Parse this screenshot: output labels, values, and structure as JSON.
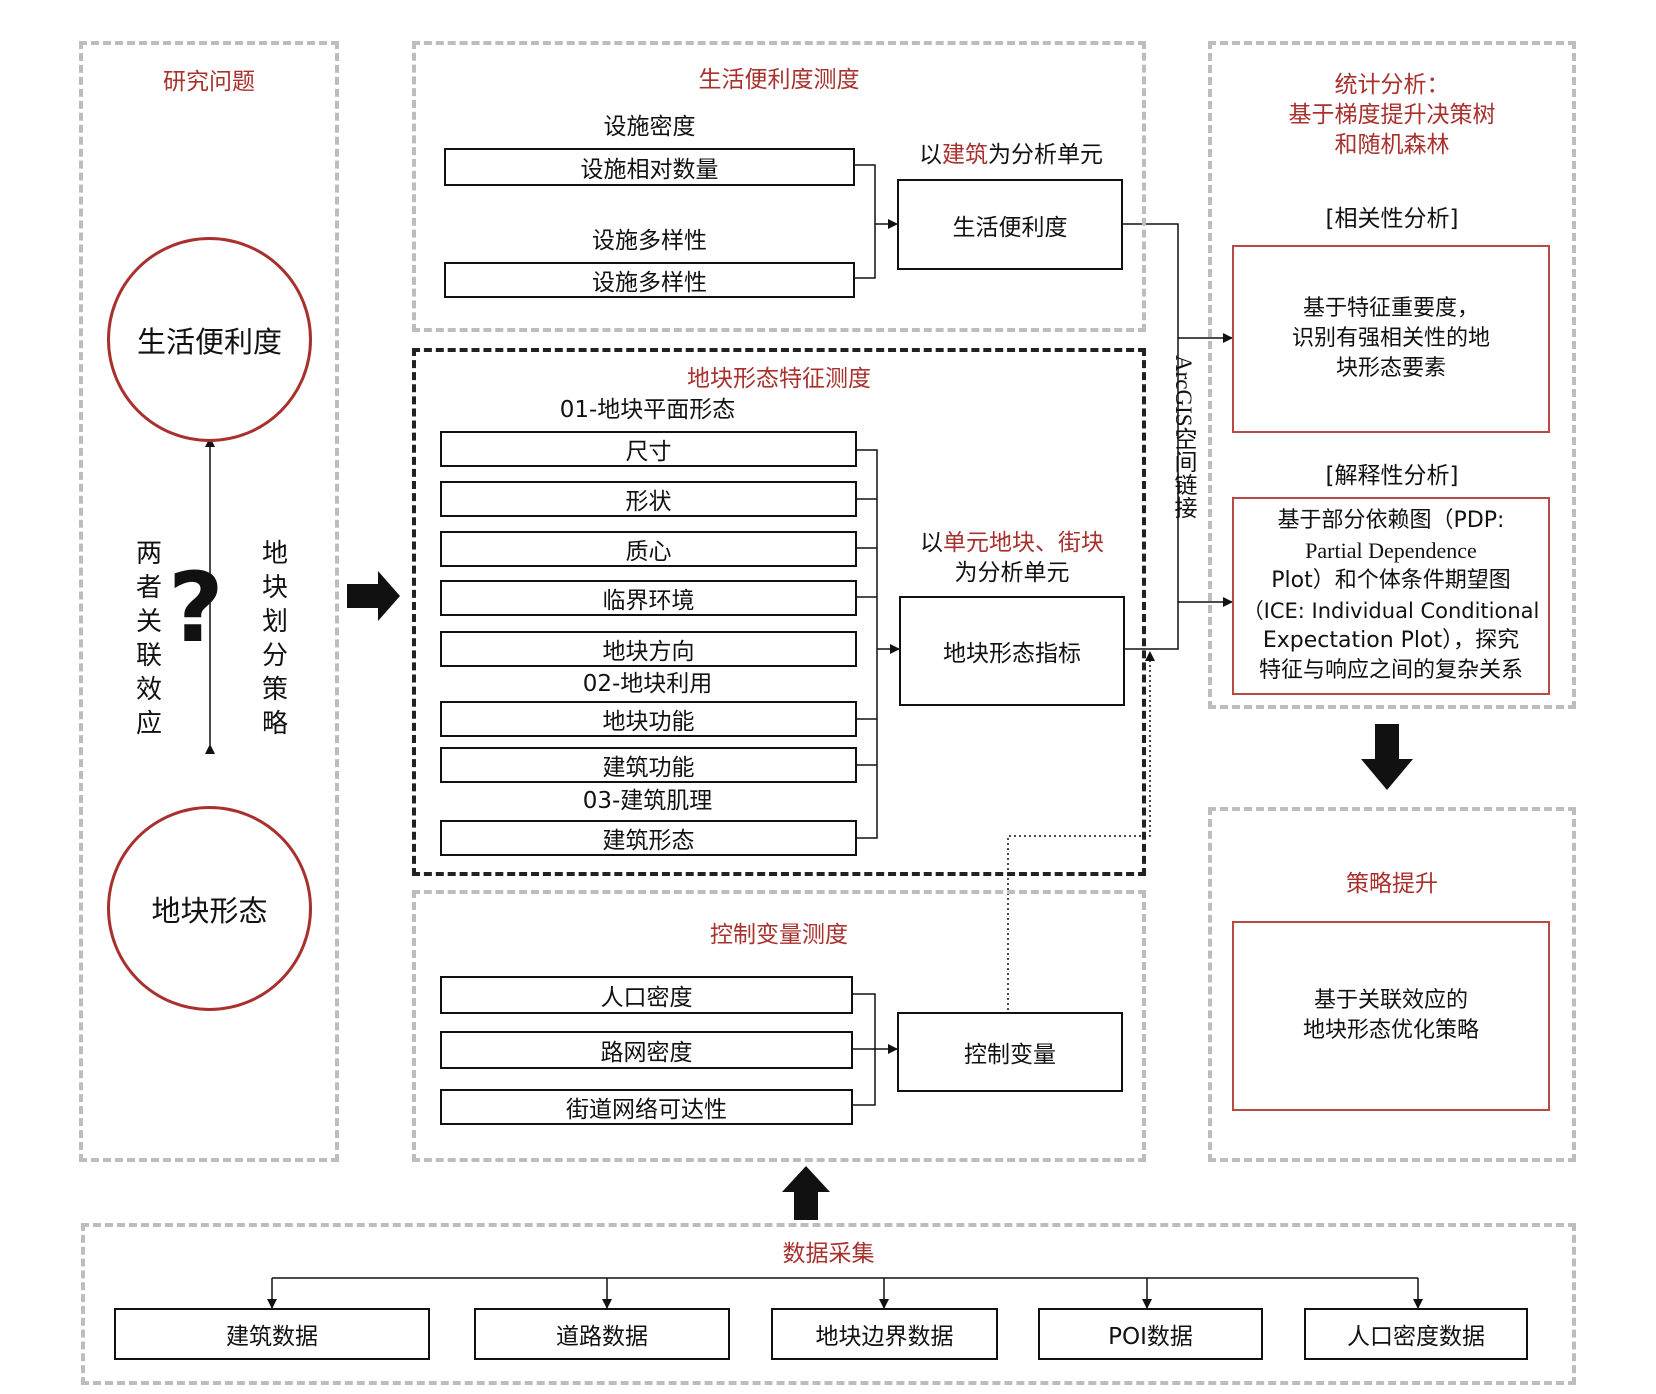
{
  "research": {
    "title": "研究问题",
    "circle_top": "生活便利度",
    "circle_bottom": "地块形态",
    "left_vertical": "两者关联效应",
    "right_vertical": "地块划分策略",
    "question_mark": "?"
  },
  "convenience": {
    "title": "生活便利度测度",
    "label_density": "设施密度",
    "box_density": "设施相对数量",
    "label_diversity": "设施多样性",
    "box_diversity": "设施多样性",
    "unit_prefix": "以",
    "unit_highlight": "建筑",
    "unit_suffix": "为分析单元",
    "result": "生活便利度"
  },
  "morphology": {
    "title": "地块形态特征测度",
    "group1": "01-地块平面形态",
    "items1": [
      "尺寸",
      "形状",
      "质心",
      "临界环境",
      "地块方向"
    ],
    "group2": "02-地块利用",
    "items2": [
      "地块功能",
      "建筑功能"
    ],
    "group3": "03-建筑肌理",
    "items3": [
      "建筑形态"
    ],
    "unit_prefix": "以",
    "unit_highlight": "单元地块、街块",
    "unit_line2": "为分析单元",
    "result": "地块形态指标"
  },
  "link_label": "ArcGIS空间链接",
  "control": {
    "title": "控制变量测度",
    "items": [
      "人口密度",
      "路网密度",
      "街道网络可达性"
    ],
    "result": "控制变量"
  },
  "statistics": {
    "title_lines": [
      "统计分析：",
      "基于梯度提升决策树",
      "和随机森林"
    ],
    "corr_label": "[相关性分析]",
    "corr_lines": [
      "基于特征重要度，",
      "识别有强相关性的地",
      "块形态要素"
    ],
    "interp_label": "[解释性分析]",
    "interp_lines": [
      "基于部分依赖图（PDP:",
      "Partial Dependence",
      "Plot）和个体条件期望图",
      "（ICE: Individual Conditional",
      "Expectation Plot），探究",
      "特征与响应之间的复杂关系"
    ]
  },
  "strategy": {
    "title": "策略提升",
    "lines": [
      "基于关联效应的",
      "地块形态优化策略"
    ]
  },
  "data_collection": {
    "title": "数据采集",
    "items": [
      "建筑数据",
      "道路数据",
      "地块边界数据",
      "POI数据",
      "人口密度数据"
    ]
  },
  "colors": {
    "accent": "#a8312d",
    "dashed": "#bdbdbd",
    "line": "#111111"
  }
}
